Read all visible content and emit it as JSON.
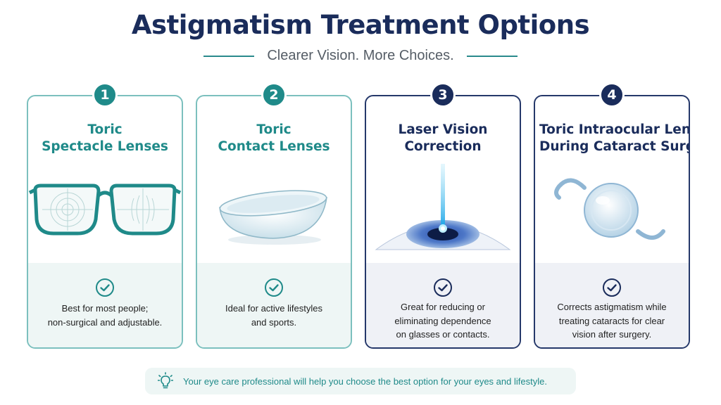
{
  "header": {
    "title": "Astigmatism Treatment Options",
    "subtitle": "Clearer Vision. More Choices."
  },
  "colors": {
    "teal": "#1f8a89",
    "navy": "#1a2c5b",
    "teal_border": "#7cc0be"
  },
  "options": [
    {
      "number": "1",
      "title_lines": [
        "Toric",
        "Spectacle Lenses"
      ],
      "icon": "eyeglasses-icon",
      "desc_lines": [
        "Best for most people;",
        "non-surgical and adjustable."
      ]
    },
    {
      "number": "2",
      "title_lines": [
        "Toric",
        "Contact Lenses"
      ],
      "icon": "contact-lens-icon",
      "desc_lines": [
        "Ideal for active lifestyles",
        "and sports."
      ]
    },
    {
      "number": "3",
      "title_lines": [
        "Laser Vision",
        "Correction"
      ],
      "icon": "laser-eye-icon",
      "desc_lines": [
        "Great for reducing or",
        "eliminating dependence",
        "on glasses or contacts."
      ]
    },
    {
      "number": "4",
      "title_lines": [
        "Toric Intraocular Lens",
        "During Cataract Surgery"
      ],
      "icon": "intraocular-lens-icon",
      "desc_lines": [
        "Corrects astigmatism while",
        "treating cataracts for clear",
        "vision after surgery."
      ]
    }
  ],
  "footer": {
    "tip": "Your eye care professional will help you choose the best option for your eyes and lifestyle.",
    "icon": "lightbulb-icon"
  }
}
